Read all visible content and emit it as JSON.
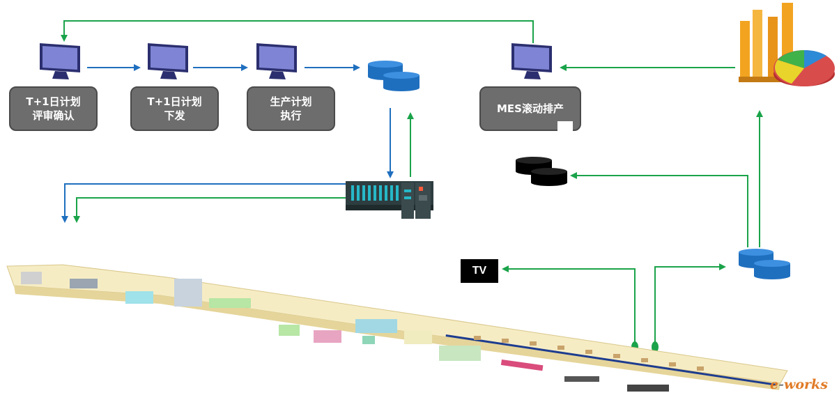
{
  "boxes": {
    "review": "T+1日计划\n评审确认",
    "release": "T+1日计划\n下发",
    "execute": "生产计划\n执行",
    "mes": "MES滚动排产"
  },
  "tv_label": "TV",
  "logo": {
    "prefix": "e",
    "dash": "-",
    "suffix": "works"
  },
  "colors": {
    "green": "#1aa34a",
    "blue": "#1f6fbf",
    "box": "#6d6d6d"
  },
  "icons": [
    "monitor-icon",
    "database-icon",
    "plc-icon",
    "chart-icon",
    "factory-layout-icon"
  ]
}
